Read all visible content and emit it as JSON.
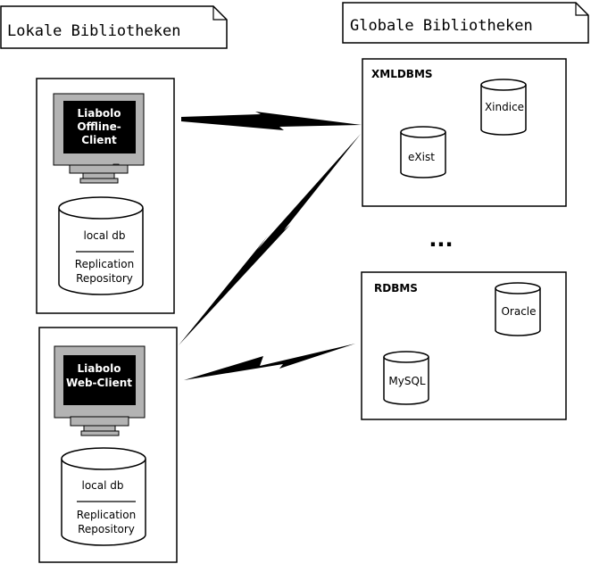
{
  "notes": {
    "local": "Lokale Bibliotheken",
    "global": "Globale Bibliotheken"
  },
  "clients": [
    {
      "screen_lines": [
        "Liabolo",
        "Offline-",
        "Client"
      ],
      "db_top": "local db",
      "db_bottom_lines": [
        "Replication",
        "Repository"
      ]
    },
    {
      "screen_lines": [
        "Liabolo",
        "Web-Client"
      ],
      "db_top": "local db",
      "db_bottom_lines": [
        "Replication",
        "Repository"
      ]
    }
  ],
  "servers": [
    {
      "title": "XMLDBMS",
      "dbs": [
        "Xindice",
        "eXist"
      ]
    },
    {
      "title": "RDBMS",
      "dbs": [
        "Oracle",
        "MySQL"
      ]
    }
  ],
  "ellipsis": "...",
  "colors": {
    "line": "#000000",
    "background": "#ffffff",
    "monitor_bezel": "#b3b3b3",
    "screen": "#000000",
    "screen_text": "#ffffff"
  }
}
